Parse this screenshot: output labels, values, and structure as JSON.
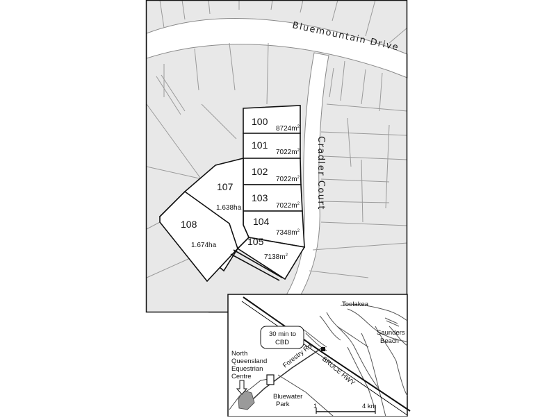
{
  "streets": {
    "drive": "Bluemountain Drive",
    "court": "Cradler Court"
  },
  "lots": [
    {
      "number": "100",
      "area_value": "8724m",
      "area_unit_exp": "2"
    },
    {
      "number": "101",
      "area_value": "7022m",
      "area_unit_exp": "2"
    },
    {
      "number": "102",
      "area_value": "7022m",
      "area_unit_exp": "2"
    },
    {
      "number": "103",
      "area_value": "7022m",
      "area_unit_exp": "2"
    },
    {
      "number": "104",
      "area_value": "7348m",
      "area_unit_exp": "2"
    },
    {
      "number": "105",
      "area_value": "7138m",
      "area_unit_exp": "2"
    },
    {
      "number": "107",
      "area_value": "1.638ha",
      "area_unit_exp": ""
    },
    {
      "number": "108",
      "area_value": "1.674ha",
      "area_unit_exp": ""
    }
  ],
  "inset": {
    "toolakea": "Toolakea",
    "saunders": [
      "Saunders",
      "Beach"
    ],
    "cbd_box": [
      "30 min to",
      "CBD"
    ],
    "forestry": "Forestry Rd",
    "bruce": "BRUCE HWY",
    "equestrian": [
      "North",
      "Queensland",
      "Equestrian",
      "Centre"
    ],
    "bluewater": [
      "Bluewater",
      "Park"
    ],
    "scale_start": "1",
    "scale_end": "4 km"
  },
  "colors": {
    "parcel_fill": "#e8e8e8",
    "highlight_fill": "#ffffff",
    "parcel_line": "#9a9a9a",
    "lot_line": "#111111",
    "water_fill": "#9a9a9a"
  }
}
